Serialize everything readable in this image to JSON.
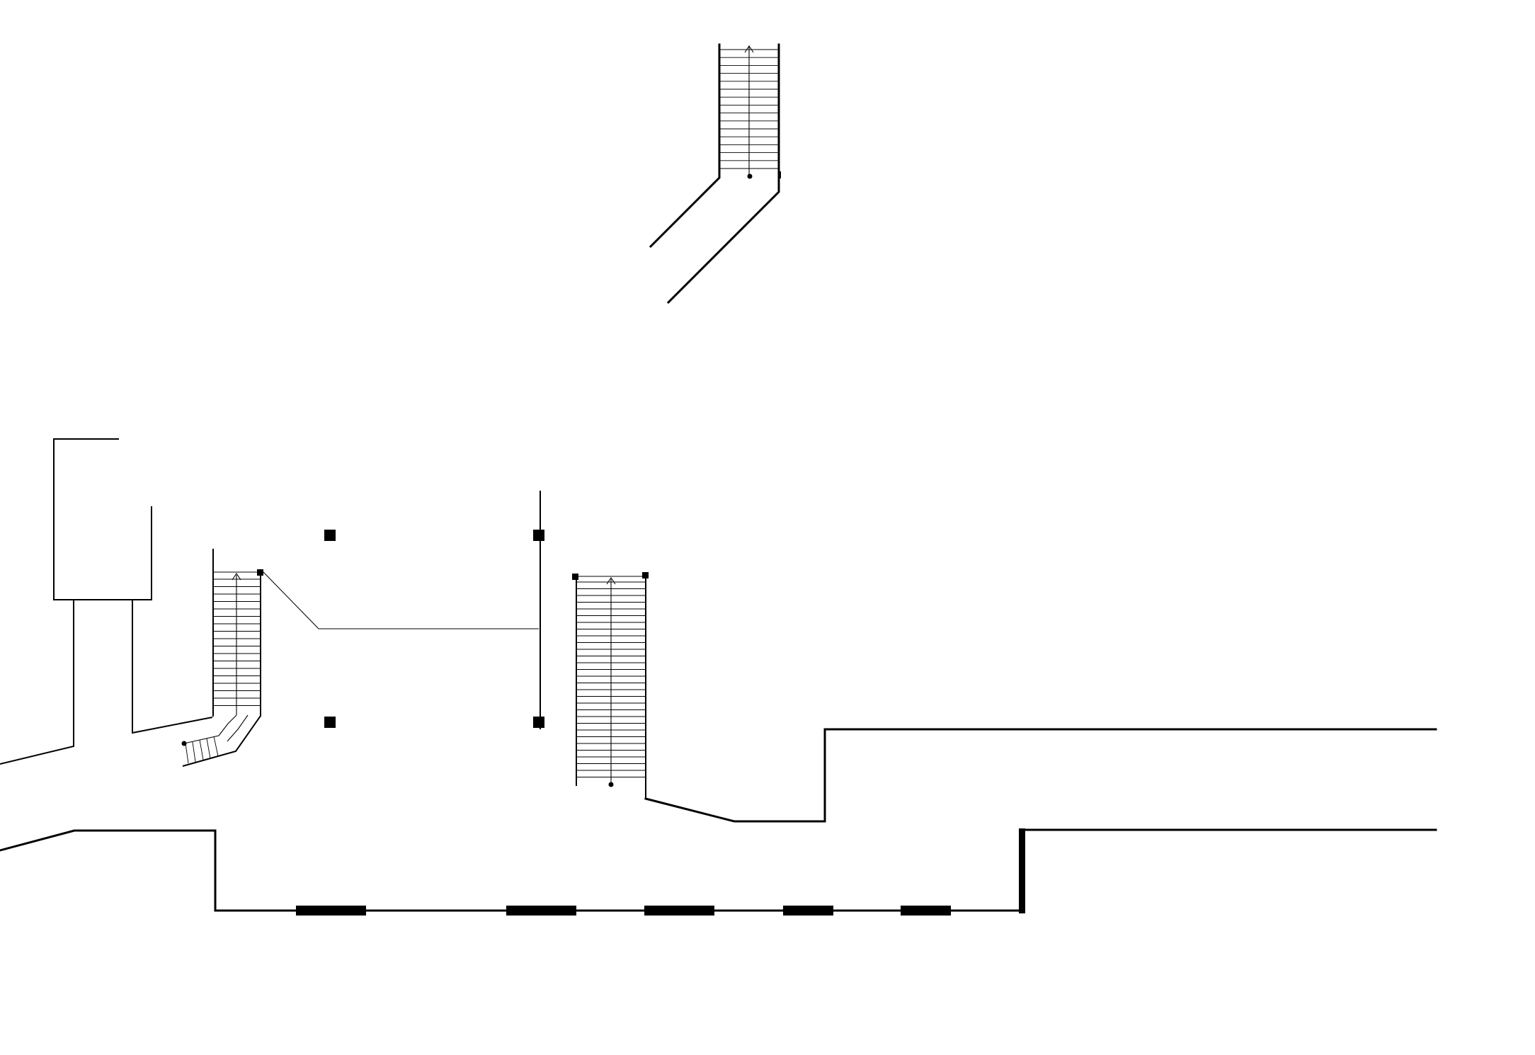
{
  "diagram": {
    "type": "architectural-floor-plan",
    "colors": {
      "ink": "#000000",
      "background": "#ffffff"
    },
    "elements": {
      "stairs": [
        "stair-north",
        "stair-west",
        "stair-central"
      ],
      "columns": 4,
      "windows": 5
    }
  }
}
